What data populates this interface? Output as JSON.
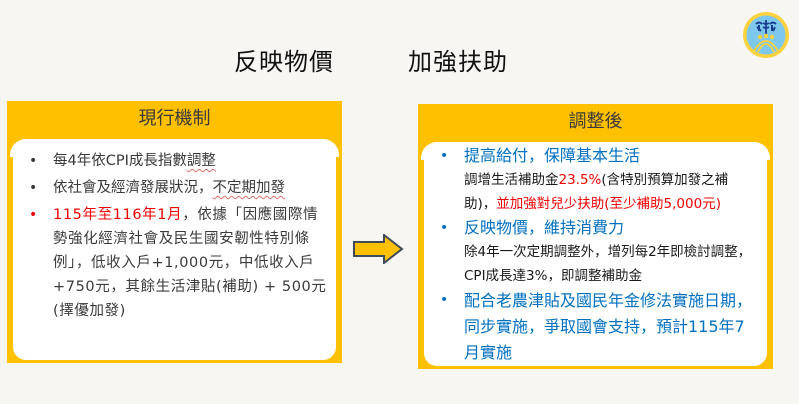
{
  "title": {
    "part1": "反映物價",
    "part2": "加強扶助"
  },
  "logo": {
    "icon": "ministry-of-health-and-welfare-logo"
  },
  "left_box": {
    "header": "現行機制",
    "items": [
      {
        "text_a": "每4年依CPI成長指數",
        "text_b": "調整"
      },
      {
        "text_a": "依社會及經濟發展狀況，",
        "text_b": "不定期加發"
      },
      {
        "highlight": "115年至116年1月",
        "text": "，依據「因應國際情勢強化經濟社會及民生國安韌性特別條例」，低收入戶+1,000元，中低收入戶+750元，其餘生活津貼(補助) + 500元(擇優加發)"
      }
    ],
    "colors": {
      "highlight": "#ee0000"
    }
  },
  "arrow": {
    "icon": "right-arrow-icon",
    "fill": "#ffc000"
  },
  "right_box": {
    "header": "調整後",
    "items": [
      {
        "head": "提高給付，保障基本生活",
        "desc_a": "調增生活補助金",
        "desc_pct": "23.5%",
        "desc_b": "(含特別預算加發之補助)，",
        "desc_red": "並加強對兒少扶助(至少補助5,000元)"
      },
      {
        "head": "反映物價，維持消費力",
        "desc": "除4年一次定期調整外，增列每2年即檢討調整，CPI成長達3%，即調整補助金"
      },
      {
        "head": "配合老農津貼及國民年金修法實施日期，同步實施，爭取國會支持，預計115年7月實施"
      }
    ]
  },
  "colors": {
    "accent_yellow": "#ffc000",
    "heading_blue": "#0070c0",
    "emphasis_red": "#ee0000",
    "background": "#f7f6f2"
  }
}
